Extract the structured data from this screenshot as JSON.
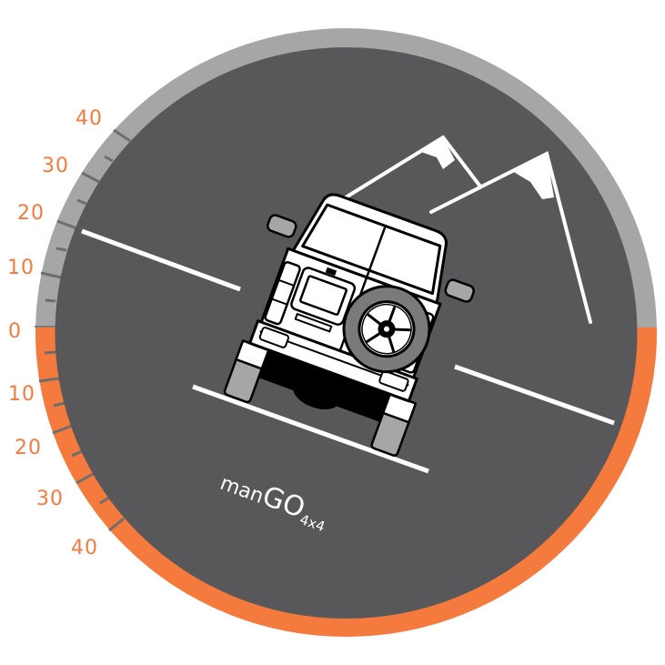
{
  "gauge": {
    "type": "inclinometer",
    "colors": {
      "background": "#ffffff",
      "dial_face": "#58585A",
      "upper_band": "#A6A6A6",
      "lower_band": "#F47A3E",
      "tick": "#6E6E6E",
      "label": "#F47A3E",
      "road_line": "#ffffff",
      "mountain": "#ffffff"
    },
    "upper_scale_labels": [
      "40",
      "30",
      "20",
      "10"
    ],
    "zero_label": "0",
    "lower_scale_labels": [
      "10",
      "20",
      "30",
      "40"
    ],
    "tilt_angle_deg": 20
  },
  "brand": {
    "prefix": "man",
    "main": "GO",
    "suffix": "4x4"
  },
  "scene": {
    "vehicle": "4x4 SUV rear view with spare tire",
    "mountains": 2
  }
}
